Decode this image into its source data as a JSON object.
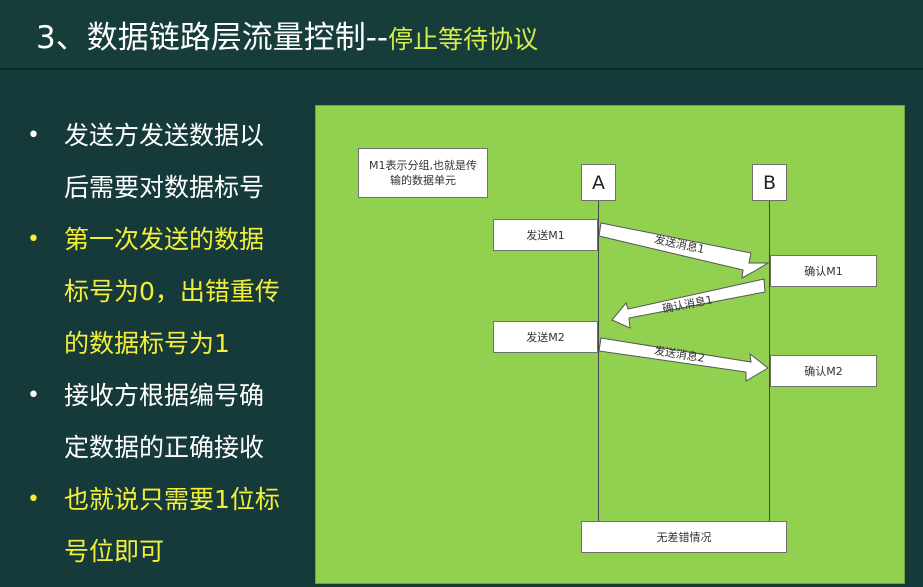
{
  "title": {
    "main": "3、数据链路层流量控制--",
    "sub": "停止等待协议"
  },
  "bullets": [
    {
      "line1": "发送方发送数据以",
      "line2": "后需要对数据标号",
      "color": "#ffffff"
    },
    {
      "line1": "第一次发送的数据",
      "line2": "标号为0，出错重传",
      "line3": "的数据标号为1",
      "color": "#f2ee3a"
    },
    {
      "line1": "接收方根据编号确",
      "line2": "定数据的正确接收",
      "color": "#ffffff"
    },
    {
      "line1": "也就说只需要1位标",
      "line2": "号位即可",
      "color": "#f2ee3a"
    }
  ],
  "bullet_symbol": "•",
  "diagram": {
    "note": "M1表示分组,也就是传输的数据单元",
    "lane_a": "A",
    "lane_b": "B",
    "send_m1": "发送M1",
    "confirm_m1": "确认M1",
    "send_m2": "发送M2",
    "confirm_m2": "确认M2",
    "msg1": "发送消息1",
    "ack1": "确认消息1",
    "msg2": "发送消息2",
    "footer": "无差错情况",
    "background": "#92d050"
  }
}
